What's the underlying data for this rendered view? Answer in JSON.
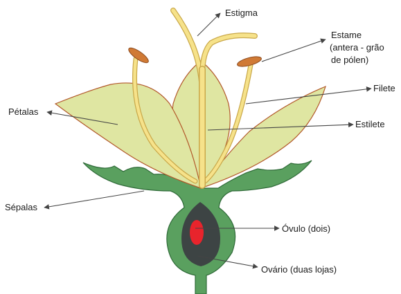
{
  "labels": {
    "estigma": "Estigma",
    "estame_line1": "Estame",
    "estame_line2": "(antera - grão",
    "estame_line3": "de pólen)",
    "filete": "Filete",
    "petalas": "Pétalas",
    "estilete": "Estilete",
    "sepalas": "Sépalas",
    "ovulo": "Óvulo (dois)",
    "ovario": "Ovário (duas lojas)"
  },
  "colors": {
    "petal_fill": "#dfe6a2",
    "petal_stroke": "#b2582a",
    "sepal_fill": "#5aa05f",
    "sepal_stroke": "#2f6a38",
    "ovary_inner": "#3d4444",
    "ovule": "#e8242c",
    "pistil": "#f6e28a",
    "pistil_stroke": "#c9a84a",
    "anther": "#d07a35",
    "pointer": "#444444"
  }
}
